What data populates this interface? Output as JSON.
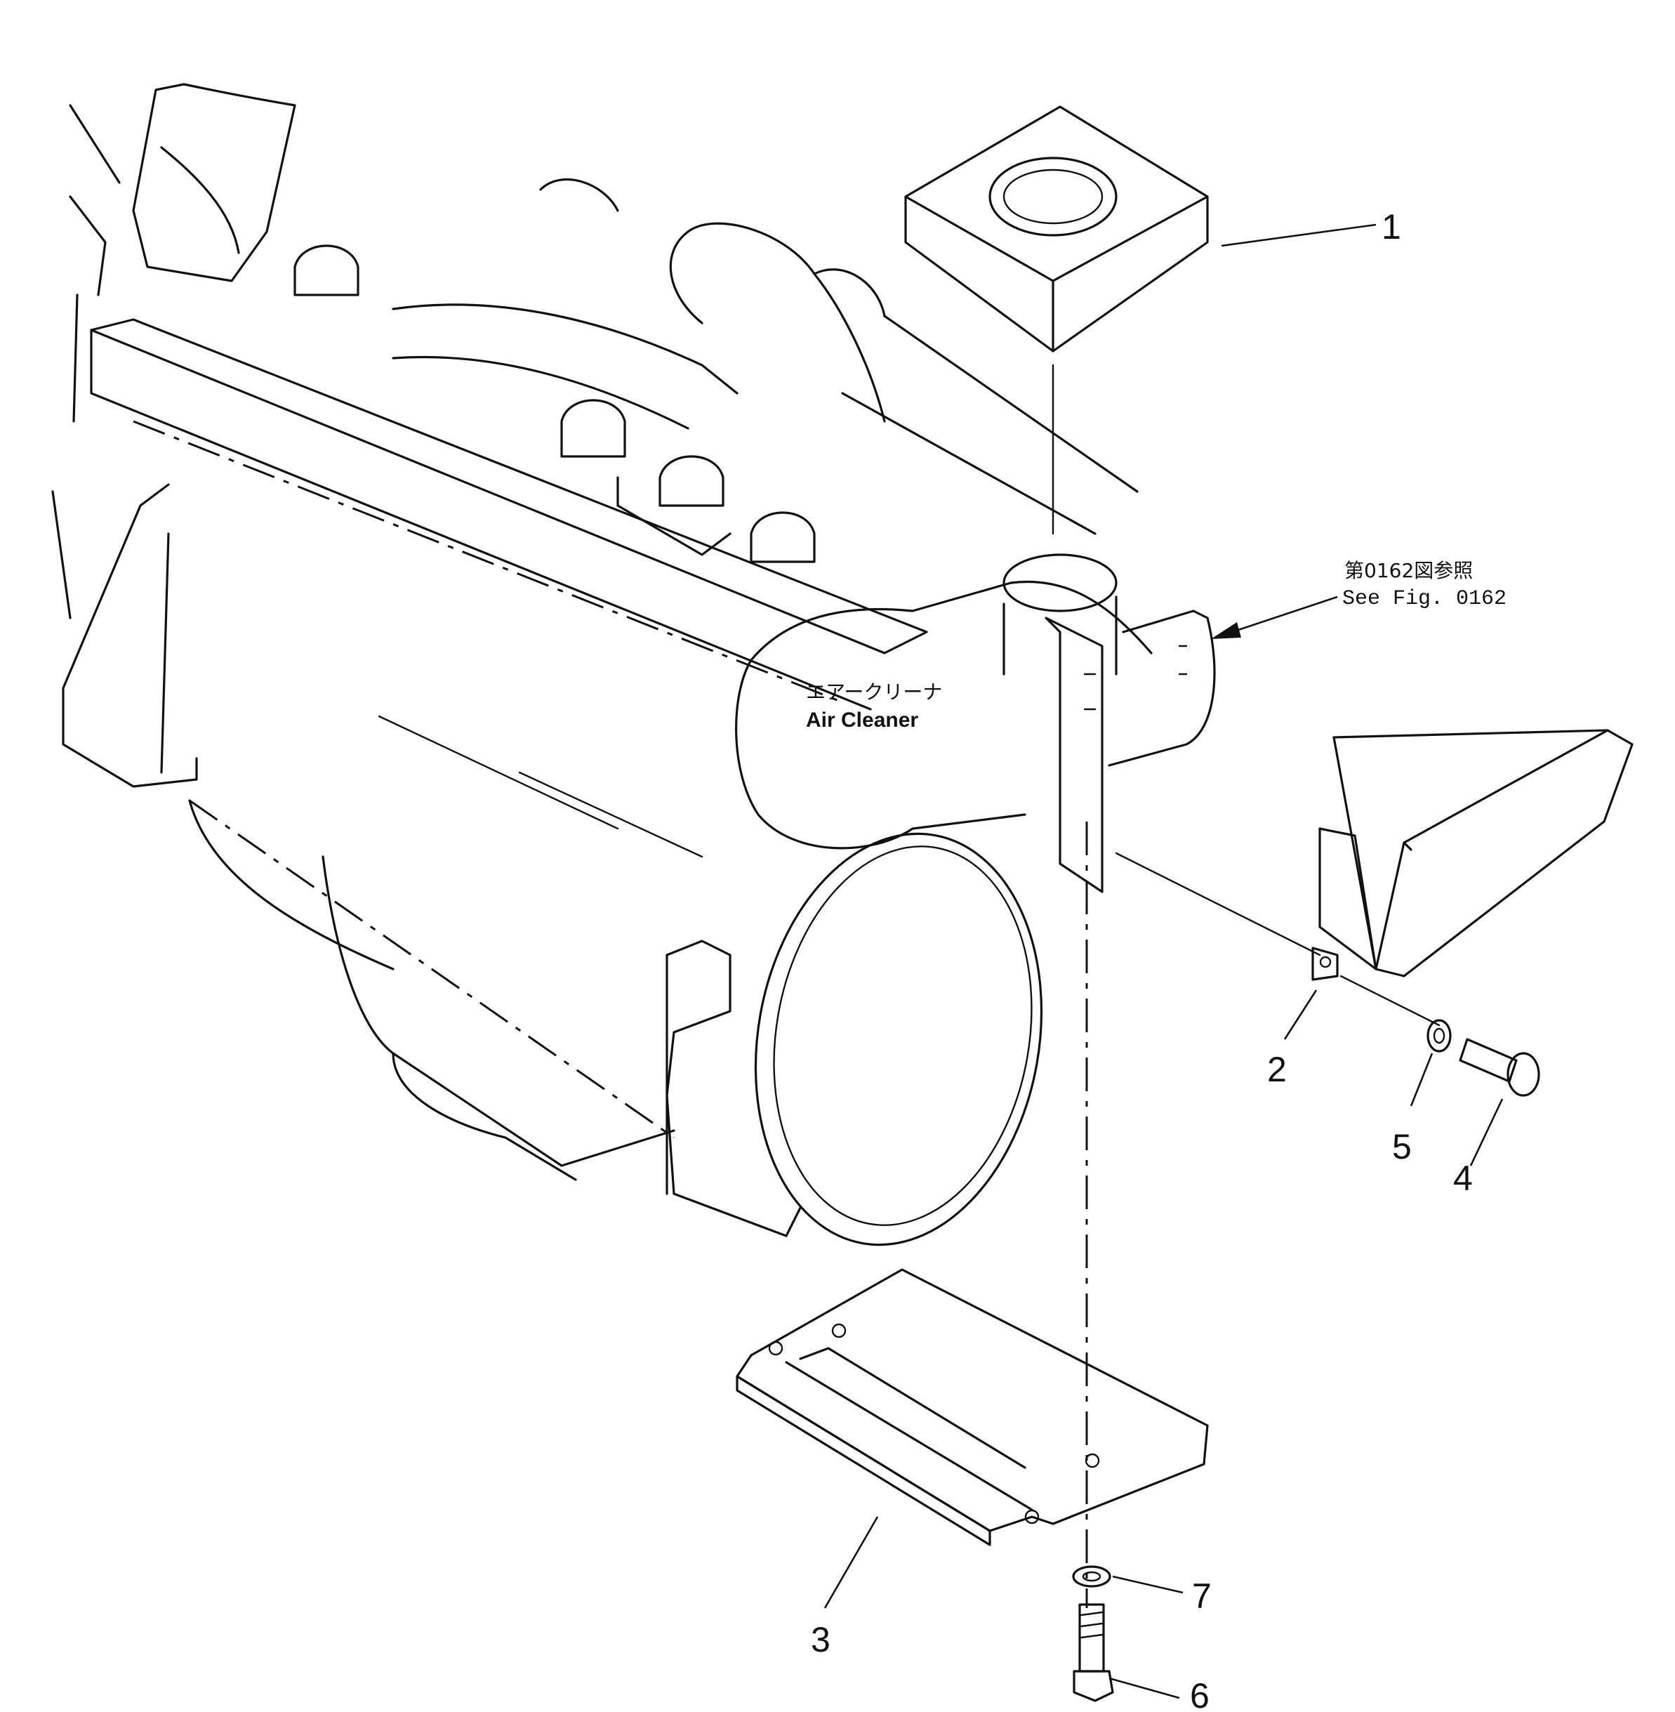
{
  "diagram": {
    "air_cleaner_label_jp": "エアークリーナ",
    "air_cleaner_label_en": "Air Cleaner",
    "reference_label_jp": "第0162図参照",
    "reference_label_en": "See Fig. 0162",
    "callouts": [
      "1",
      "2",
      "3",
      "4",
      "5",
      "6",
      "7"
    ],
    "parts": [
      {
        "callout": "1",
        "name": "insulator-pad"
      },
      {
        "callout": "2",
        "name": "bracket"
      },
      {
        "callout": "3",
        "name": "mounting-plate"
      },
      {
        "callout": "4",
        "name": "bolt"
      },
      {
        "callout": "5",
        "name": "washer"
      },
      {
        "callout": "6",
        "name": "bolt"
      },
      {
        "callout": "7",
        "name": "washer"
      }
    ]
  }
}
